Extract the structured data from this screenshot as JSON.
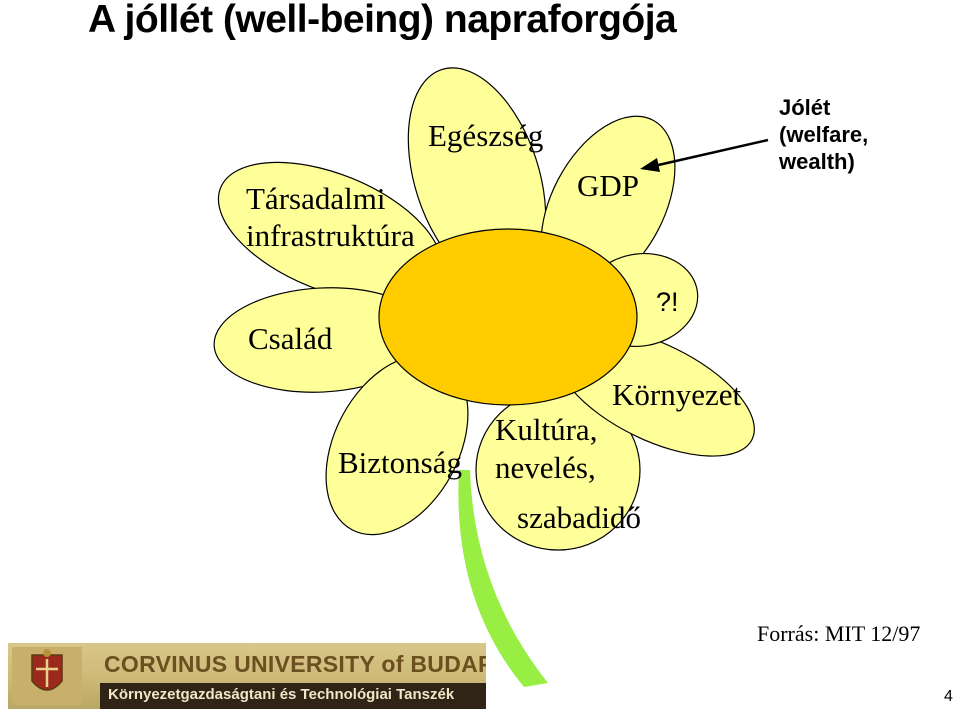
{
  "title": "A jóllét (well-being) napraforgója",
  "labels": {
    "egeszseg": "Egészség",
    "tarsadalmi_line1": "Társadalmi",
    "tarsadalmi_line2": "infrastruktúra",
    "gdp": "GDP",
    "csalad": "Család",
    "question": "?!",
    "kornyezet": "Környezet",
    "kultura_line1": "Kultúra,",
    "kultura_line2": "nevelés,",
    "kultura_line3": "szabadidő",
    "biztonsag": "Biztonság"
  },
  "welfare_note": {
    "line1": "Jólét",
    "line2": "(welfare,",
    "line3": "wealth)"
  },
  "source": "Forrás: MIT 12/97",
  "banner": {
    "university": "CORVINUS UNIVERSITY of BUDAPEST",
    "department": "Környezetgazdaságtani és Technológiai Tanszék"
  },
  "page_number": "4",
  "colors": {
    "petal": "#ffff99",
    "center": "#ffcc00",
    "stem": "#99ee44",
    "outline": "#000000"
  }
}
